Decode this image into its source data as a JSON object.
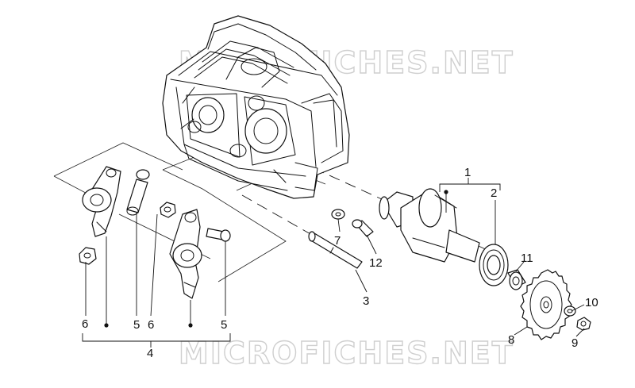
{
  "watermark": "MICROFICHES.NET",
  "callouts": {
    "c1": "1",
    "c2": "2",
    "c3": "3",
    "c4": "4",
    "c5a": "5",
    "c5b": "5",
    "c6a": "6",
    "c6b": "6",
    "c7": "7",
    "c8": "8",
    "c9": "9",
    "c10": "10",
    "c11": "11",
    "c12": "12"
  }
}
